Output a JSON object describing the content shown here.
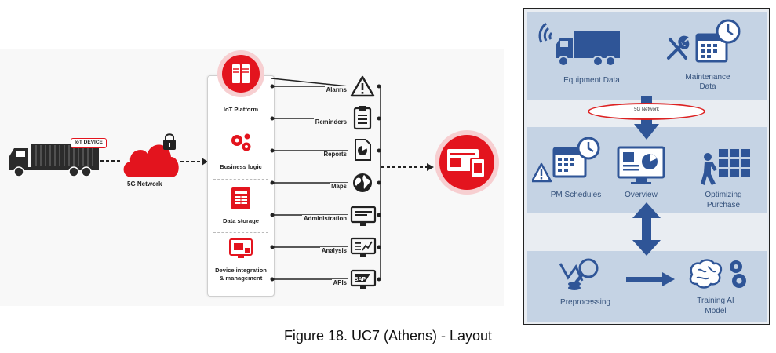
{
  "left_diagram": {
    "device_tag": "IoT DEVICE",
    "network_label": "5G Network",
    "platform": {
      "iot_platform": "IoT Platform",
      "business_logic": "Business logic",
      "data_storage": "Data storage",
      "device_integration": [
        "Device integration",
        "& management"
      ]
    },
    "services": [
      {
        "label": "Alarms",
        "icon": "warning-icon"
      },
      {
        "label": "Reminders",
        "icon": "clipboard-icon"
      },
      {
        "label": "Reports",
        "icon": "pie-chart-icon"
      },
      {
        "label": "Maps",
        "icon": "globe-icon"
      },
      {
        "label": "Administration",
        "icon": "monitor-icon"
      },
      {
        "label": "Analysis",
        "icon": "analysis-icon"
      },
      {
        "label": "APIs",
        "icon": "sap-icon"
      }
    ],
    "accent_color": "#e3141e"
  },
  "right_diagram": {
    "equipment_data": "Equipment Data",
    "maintenance_data": [
      "Maintenance",
      "Data"
    ],
    "network_label": "5G Network",
    "pm_schedules": "PM Schedules",
    "overview": "Overview",
    "optimizing_purchase": [
      "Optimizing",
      "Purchase"
    ],
    "preprocessing": "Preprocessing",
    "training_ai_model": [
      "Training AI",
      "Model"
    ],
    "accent_color": "#2f5597"
  },
  "caption": "Figure 18. UC7 (Athens) - Layout"
}
